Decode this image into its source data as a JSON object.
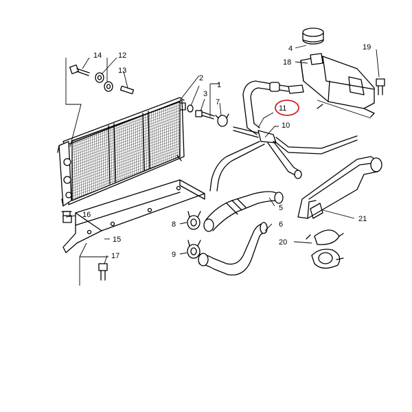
{
  "callouts": {
    "c1": "1",
    "c2": "2",
    "c3": "3",
    "c4": "4",
    "c5": "5",
    "c6": "6",
    "c7": "7",
    "c8": "8",
    "c9": "9",
    "c10": "10",
    "c11": "11",
    "c12": "12",
    "c13": "13",
    "c14": "14",
    "c15": "15",
    "c16": "16",
    "c17": "17",
    "c18": "18",
    "c19": "19",
    "c20": "20",
    "c21": "21"
  },
  "highlight": {
    "color": "#d42020",
    "callout": "11"
  },
  "icons": {
    "radiator": "radiator-icon",
    "expansion_tank": "expansion-tank-icon",
    "filler_cap": "filler-cap-icon",
    "hose": "hose-icon",
    "clamp": "hose-clamp-icon",
    "bolt": "bolt-icon",
    "bracket": "bracket-icon"
  }
}
